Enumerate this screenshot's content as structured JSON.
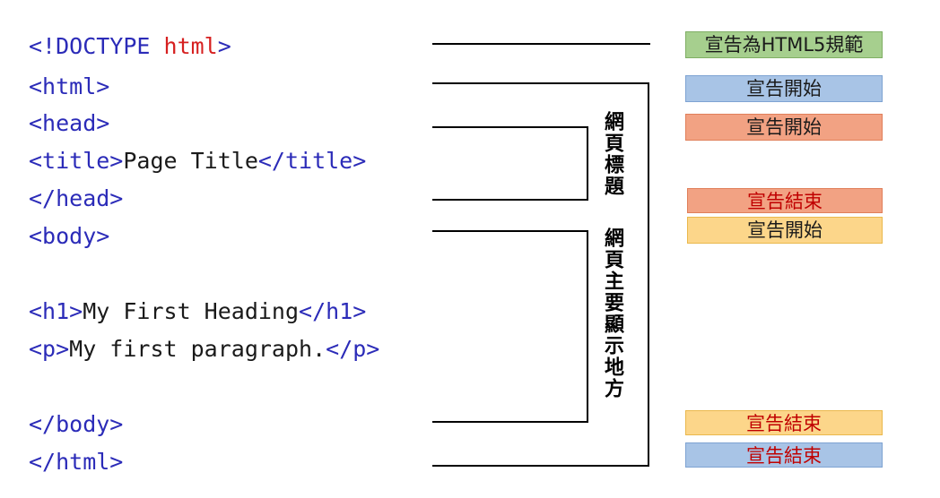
{
  "code": {
    "doctype": {
      "open": "<!DOCTYPE ",
      "kw": "html",
      "close": ">"
    },
    "html_open": "<html>",
    "head_open": "<head>",
    "title_line": {
      "open": "<title>",
      "text": "Page Title",
      "close": "</title>"
    },
    "head_close": "</head>",
    "body_open": "<body>",
    "h1_line": {
      "open": "<h1>",
      "text": "My First Heading",
      "close": "</h1>"
    },
    "p_line": {
      "open": "<p>",
      "text": "My first paragraph.",
      "close": "</p>"
    },
    "body_close": "</body>",
    "html_close": "</html>"
  },
  "labels": {
    "head_section": "網頁標題",
    "body_section": "網頁主要顯示地方"
  },
  "badges": [
    {
      "text": "宣告為HTML5規範",
      "bg": "#a6cf8e",
      "border": "#7fae64",
      "color": "#1a1a1a"
    },
    {
      "text": "宣告開始",
      "bg": "#a8c4e6",
      "border": "#7ea3d2",
      "color": "#1a1a1a"
    },
    {
      "text": "宣告開始",
      "bg": "#f2a283",
      "border": "#e07f5a",
      "color": "#1a1a1a"
    },
    {
      "text": "宣告結束",
      "bg": "#f2a283",
      "border": "#e07f5a",
      "color": "#c00000"
    },
    {
      "text": "宣告開始",
      "bg": "#fcd68a",
      "border": "#eab84c",
      "color": "#1a1a1a"
    },
    {
      "text": "宣告結束",
      "bg": "#fcd68a",
      "border": "#eab84c",
      "color": "#c00000"
    },
    {
      "text": "宣告結束",
      "bg": "#a8c4e6",
      "border": "#7ea3d2",
      "color": "#c00000"
    }
  ]
}
